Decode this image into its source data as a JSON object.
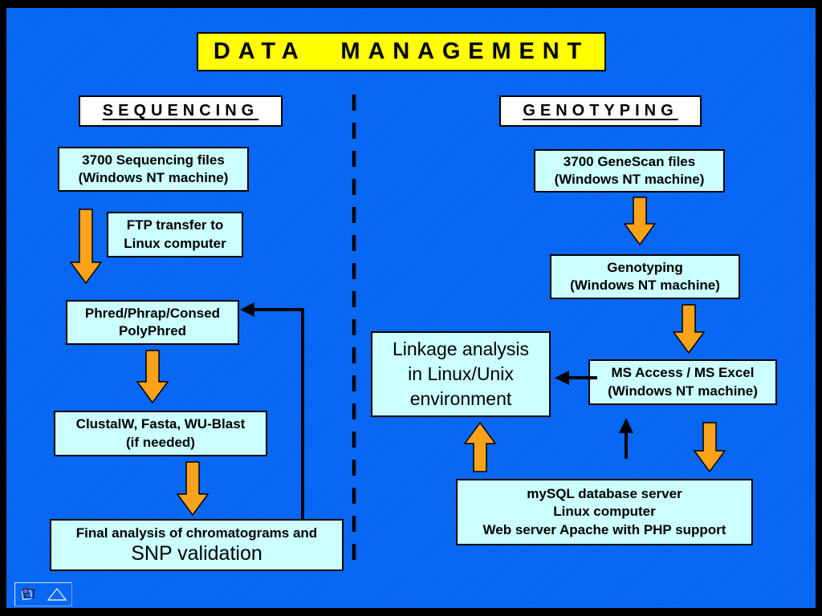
{
  "slide": {
    "title": "DATA MANAGEMENT",
    "columns": {
      "left": {
        "header": "SEQUENCING"
      },
      "right": {
        "header": "GENOTYPING"
      }
    },
    "boxes": {
      "seq_files": {
        "line1": "3700 Sequencing files",
        "line2": "(Windows NT machine)"
      },
      "ftp": {
        "line1": "FTP transfer to",
        "line2": "Linux computer"
      },
      "phred": {
        "line1": "Phred/Phrap/Consed",
        "line2": "PolyPhred"
      },
      "clustal": {
        "line1": "ClustalW, Fasta, WU-Blast",
        "line2": "(if needed)"
      },
      "final": {
        "line1": "Final analysis of chromatograms and",
        "line2": "SNP validation"
      },
      "genescan": {
        "line1": "3700 GeneScan files",
        "line2": "(Windows NT machine)"
      },
      "genotyping": {
        "line1": "Genotyping",
        "line2": "(Windows NT machine)"
      },
      "msaccess": {
        "line1": "MS Access / MS Excel",
        "line2": "(Windows NT machine)"
      },
      "linkage": {
        "line1": "Linkage analysis",
        "line2": "in Linux/Unix",
        "line3": "environment"
      },
      "mysql": {
        "line1": "mySQL database server",
        "line2": "Linux computer",
        "line3": "Web server Apache with PHP support"
      }
    },
    "nav": {
      "popup_icon": "slides-stack-icon",
      "advance_icon": "triangle-icon"
    },
    "colors": {
      "background": "#0667f5",
      "frame": "#000000",
      "title_bg": "#ffff00",
      "header_bg": "#ffffff",
      "box_bg": "#ccffff",
      "arrow_orange": "#fba21b",
      "arrow_black": "#000000",
      "text": "#000000"
    }
  }
}
